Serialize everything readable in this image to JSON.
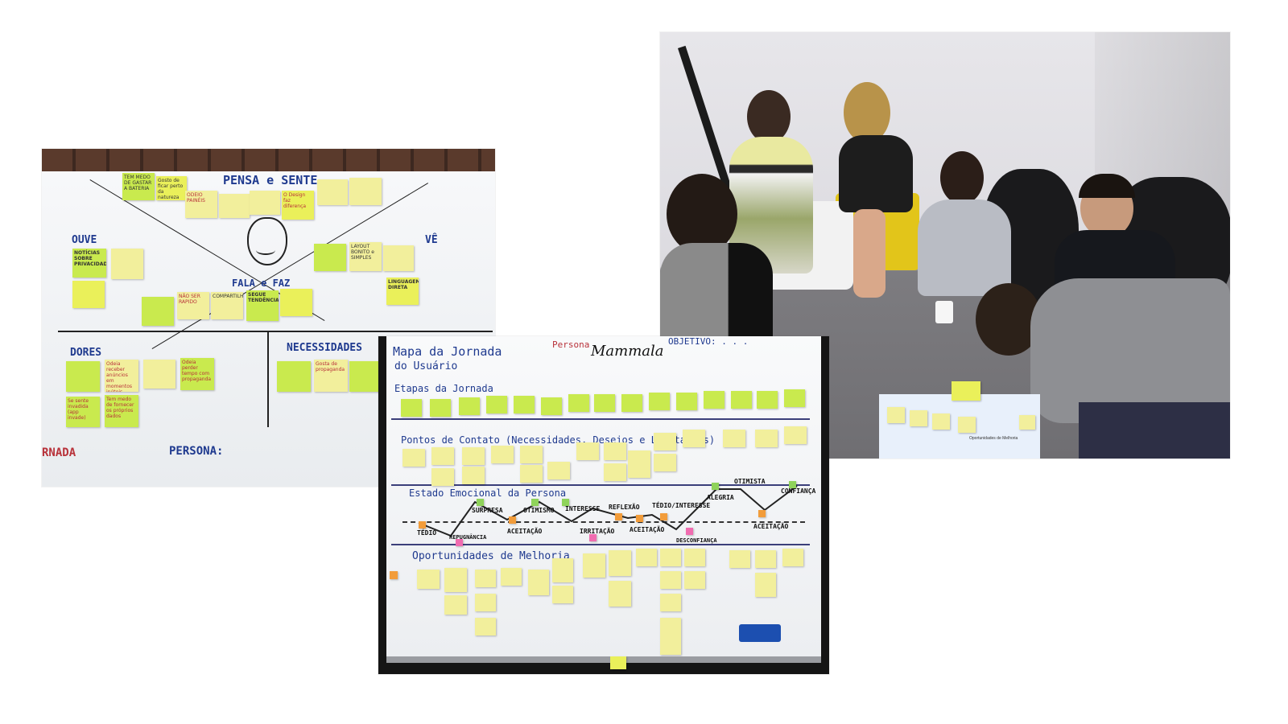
{
  "empathy_map": {
    "sections": {
      "pensa_sente": "PENSA e SENTE",
      "ouve": "OUVE",
      "ve": "VÊ",
      "fala_faz": "FALA e FAZ",
      "dores": "DORES",
      "necessidades": "NECESSIDADES",
      "persona": "PERSONA:",
      "jornada_fragment": "RNADA"
    },
    "notes": {
      "n1": "TEM MEDO DE GASTAR A BATERIA",
      "n2": "Gosto de ficar perto da natureza",
      "n3": "ODEIO PAINÉIS",
      "n4": "O Design faz diferença",
      "n5": "NOTÍCIAS SOBRE PRIVACIDADE",
      "n6": "LAYOUT BONITO e SIMPLES",
      "n7": "LINGUAGEM DIRETA",
      "n8": "SEGUE TENDÊNCIAS",
      "n9": "NÃO SER RAPIDO",
      "n10": "COMPARTILHA",
      "n11": "Odeia receber anúncios em momentos inúteis",
      "n12": "Odeia perder tempo com propaganda",
      "n13": "Se sente invadida (app invade)",
      "n14": "Tem medo de fornecer os próprios dados",
      "n15": "Gosta de propaganda"
    }
  },
  "journey_map": {
    "title_line1": "Mapa da Jornada",
    "title_line2": "do Usuário",
    "persona_label": "Persona",
    "persona_name": "Mammala",
    "objetivo": "OBJETIVO: . . .",
    "etapas": "Etapas da Jornada",
    "pontos": "Pontos de Contato (Necessidades, Desejos e Limitações)",
    "estado": "Estado Emocional da Persona",
    "oportunidades": "Oportunidades de Melhoria",
    "emotions": {
      "tedio": "TÉDIO",
      "repugnancia": "REPUGNÂNCIA",
      "surpresa": "SURPRESA",
      "aceitacao1": "ACEITAÇÃO",
      "otimismo": "OTIMISMO",
      "interesse": "INTERESSE",
      "irritacao": "IRRITAÇÃO",
      "reflexao": "REFLEXÃO",
      "aceitacao2": "ACEITAÇÃO",
      "tedio_interesse": "TÉDIO/INTERESSE",
      "desconfianca": "DESCONFIANÇA",
      "alegria": "ALEGRIA",
      "otimista": "OTIMISTA",
      "confianca": "CONFIANÇA",
      "aceitacao3": "ACEITAÇÃO"
    }
  },
  "team_photo": {
    "floor_paper_text": "Oportunidades de Melhoria"
  },
  "colors": {
    "marker_blue": "#1f3a8f",
    "marker_red": "#b8323a",
    "sticky_yellow": "#eaf05a",
    "sticky_green": "#c9ea4e",
    "sticky_orange": "#f29c3a",
    "sticky_pink": "#f06cb0"
  }
}
